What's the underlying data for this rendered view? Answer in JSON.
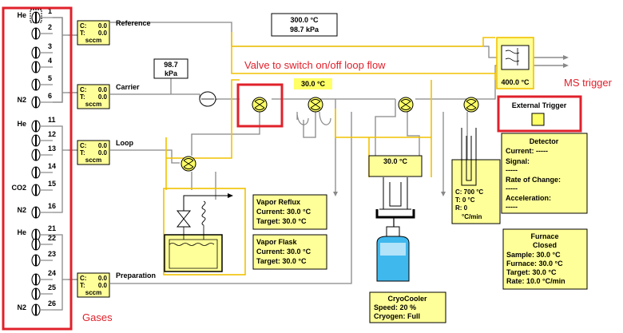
{
  "gas_ports": [
    {
      "num": "1",
      "gas": "He"
    },
    {
      "num": "2",
      "gas": ""
    },
    {
      "num": "3",
      "gas": ""
    },
    {
      "num": "4",
      "gas": ""
    },
    {
      "num": "5",
      "gas": ""
    },
    {
      "num": "6",
      "gas": "N2"
    },
    {
      "num": "11",
      "gas": "He"
    },
    {
      "num": "12",
      "gas": ""
    },
    {
      "num": "13",
      "gas": ""
    },
    {
      "num": "14",
      "gas": ""
    },
    {
      "num": "15",
      "gas": "CO2"
    },
    {
      "num": "16",
      "gas": "N2"
    },
    {
      "num": "21",
      "gas": "He"
    },
    {
      "num": "22",
      "gas": ""
    },
    {
      "num": "23",
      "gas": ""
    },
    {
      "num": "24",
      "gas": ""
    },
    {
      "num": "25",
      "gas": ""
    },
    {
      "num": "26",
      "gas": "N2"
    }
  ],
  "flow_controllers": [
    {
      "name": "Reference",
      "c": "C:",
      "c_val": "0.0",
      "t": "T:",
      "t_val": "0.0",
      "unit": "sccm"
    },
    {
      "name": "Carrier",
      "c": "C:",
      "c_val": "0.0",
      "t": "T:",
      "t_val": "0.0",
      "unit": "sccm"
    },
    {
      "name": "Loop",
      "c": "C:",
      "c_val": "0.0",
      "t": "T:",
      "t_val": "0.0",
      "unit": "sccm"
    },
    {
      "name": "Preparation",
      "c": "C:",
      "c_val": "0.0",
      "t": "T:",
      "t_val": "0.0",
      "unit": "sccm"
    }
  ],
  "main_readout": {
    "temp": "300.0 °C",
    "pressure": "98.7 kPa"
  },
  "pressure_gauge": {
    "value": "98.7",
    "unit": "kPa"
  },
  "oven_temp": "30.0 °C",
  "ms_oven_temp": "400.0 °C",
  "cryo_trap_temp": "30.0 °C",
  "annotations": {
    "valve": "Valve to switch on/off loop flow",
    "ms_trigger": "MS trigger",
    "gases": "Gases"
  },
  "external_trigger": {
    "label": "External Trigger"
  },
  "detector": {
    "title": "Detector",
    "current": "Current: -----",
    "signal": "Signal:",
    "signal_val": "-----",
    "rate": "Rate of Change:",
    "rate_val": "-----",
    "accel": "Acceleration:",
    "accel_val": "-----"
  },
  "vapor_reflux": {
    "title": "Vapor Reflux",
    "current": "Current: 30.0 °C",
    "target": "Target: 30.0 °C"
  },
  "vapor_flask": {
    "title": "Vapor Flask",
    "current": "Current: 30.0 °C",
    "target": "Target: 30.0 °C"
  },
  "heater": {
    "c": "C: 700 °C",
    "t": "T: 0 °C",
    "r": "R: 0",
    "r_unit": "°C/min"
  },
  "furnace": {
    "title": "Furnace",
    "state": "Closed",
    "sample": "Sample: 30.0 °C",
    "furnace": "Furnace: 30.0 °C",
    "target": "Target: 30.0 °C",
    "rate": "Rate: 10.0 °C/min"
  },
  "cryocooler": {
    "title": "CryoCooler",
    "speed": "Speed: 20 %",
    "cryogen": "Cryogen: Full"
  },
  "colors": {
    "accent_red": "#e0212b",
    "panel_yellow": "#ffff99",
    "pipe_yellow": "#f2c200"
  }
}
